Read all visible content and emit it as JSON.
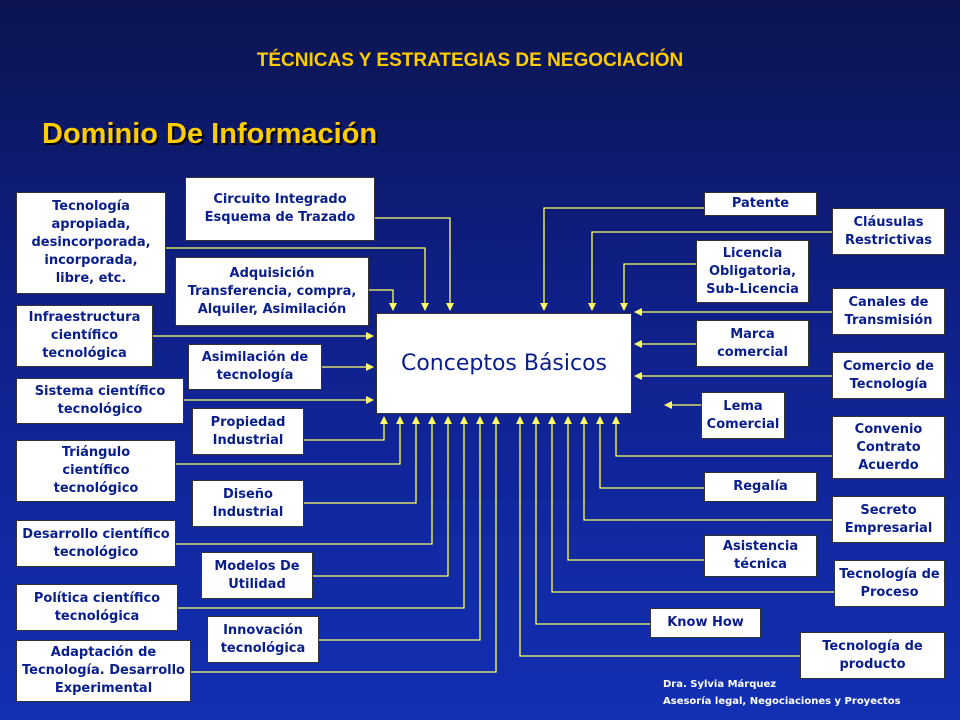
{
  "colors": {
    "background": "#1230b4",
    "title": "#ffcc00",
    "box_text": "#0a1e8c",
    "connector": "#ffff66"
  },
  "header": {
    "title": "TÉCNICAS Y ESTRATEGIAS DE NEGOCIACIÓN",
    "subtitle": "Dominio De Información"
  },
  "center": {
    "label": "Conceptos Básicos"
  },
  "left_outer": [
    "Tecnología apropiada, desincorporada, incorporada, libre, etc.",
    "Infraestructura científico tecnológica",
    "Sistema científico tecnológico",
    "Triángulo científico tecnológico",
    "Desarrollo científico tecnológico",
    "Política científico tecnológica",
    "Adaptación de Tecnología. Desarrollo Experimental"
  ],
  "left_inner": [
    "Circuito Integrado Esquema de Trazado",
    "Adquisición Transferencia, compra, Alquiler, Asimilación",
    "Asimilación de tecnología",
    "Propiedad Industrial",
    "Diseño Industrial",
    "Modelos De Utilidad",
    "Innovación tecnológica"
  ],
  "right_inner": [
    "Patente",
    "Licencia Obligatoria, Sub-Licencia",
    "Marca comercial",
    "Lema Comercial",
    "Regalía",
    "Asistencia técnica",
    "Know How"
  ],
  "right_outer": [
    "Cláusulas Restrictivas",
    "Canales de Transmisión",
    "Comercio de Tecnología",
    "Convenio Contrato Acuerdo",
    "Secreto Empresarial",
    "Tecnología de Proceso",
    "Tecnología de producto"
  ],
  "footer": {
    "author": "Dra. Sylvia Márquez",
    "role": "Asesoría legal, Negociaciones y Proyectos"
  }
}
